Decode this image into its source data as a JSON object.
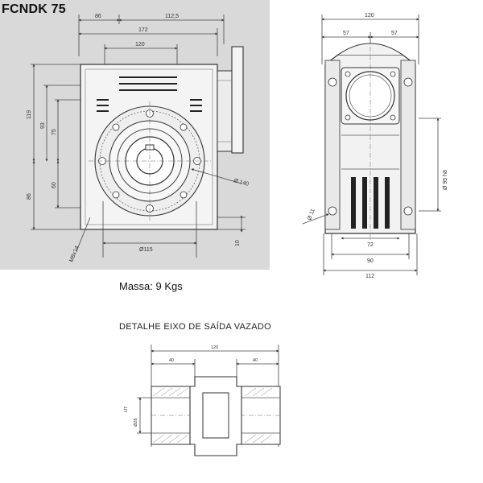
{
  "title": "FCNDK 75",
  "mass": "Massa: 9 Kgs",
  "detail_title": "DETALHE EIXO DE SAÍDA VAZADO",
  "front_view": {
    "dim_86_top": "86",
    "dim_112_5": "112,5",
    "dim_172": "172",
    "dim_120": "120",
    "dim_119": "119",
    "dim_93": "93",
    "dim_75": "75",
    "dim_60": "60",
    "dim_86_left": "86",
    "dim_140": "Ø 140",
    "dim_115": "Ø115",
    "dim_m8": "M8x14",
    "dim_10": "10"
  },
  "side_view": {
    "dim_120": "120",
    "dim_57_left": "57",
    "dim_57_right": "57",
    "dim_bore": "Ø 95 h8",
    "dim_11": "Ø 11",
    "dim_72": "72",
    "dim_90": "90",
    "dim_112": "112"
  },
  "detail": {
    "dim_120": "120",
    "dim_40_left": "40",
    "dim_40_right": "40",
    "dim_bore": "Ø28",
    "dim_h7": "H7"
  }
}
